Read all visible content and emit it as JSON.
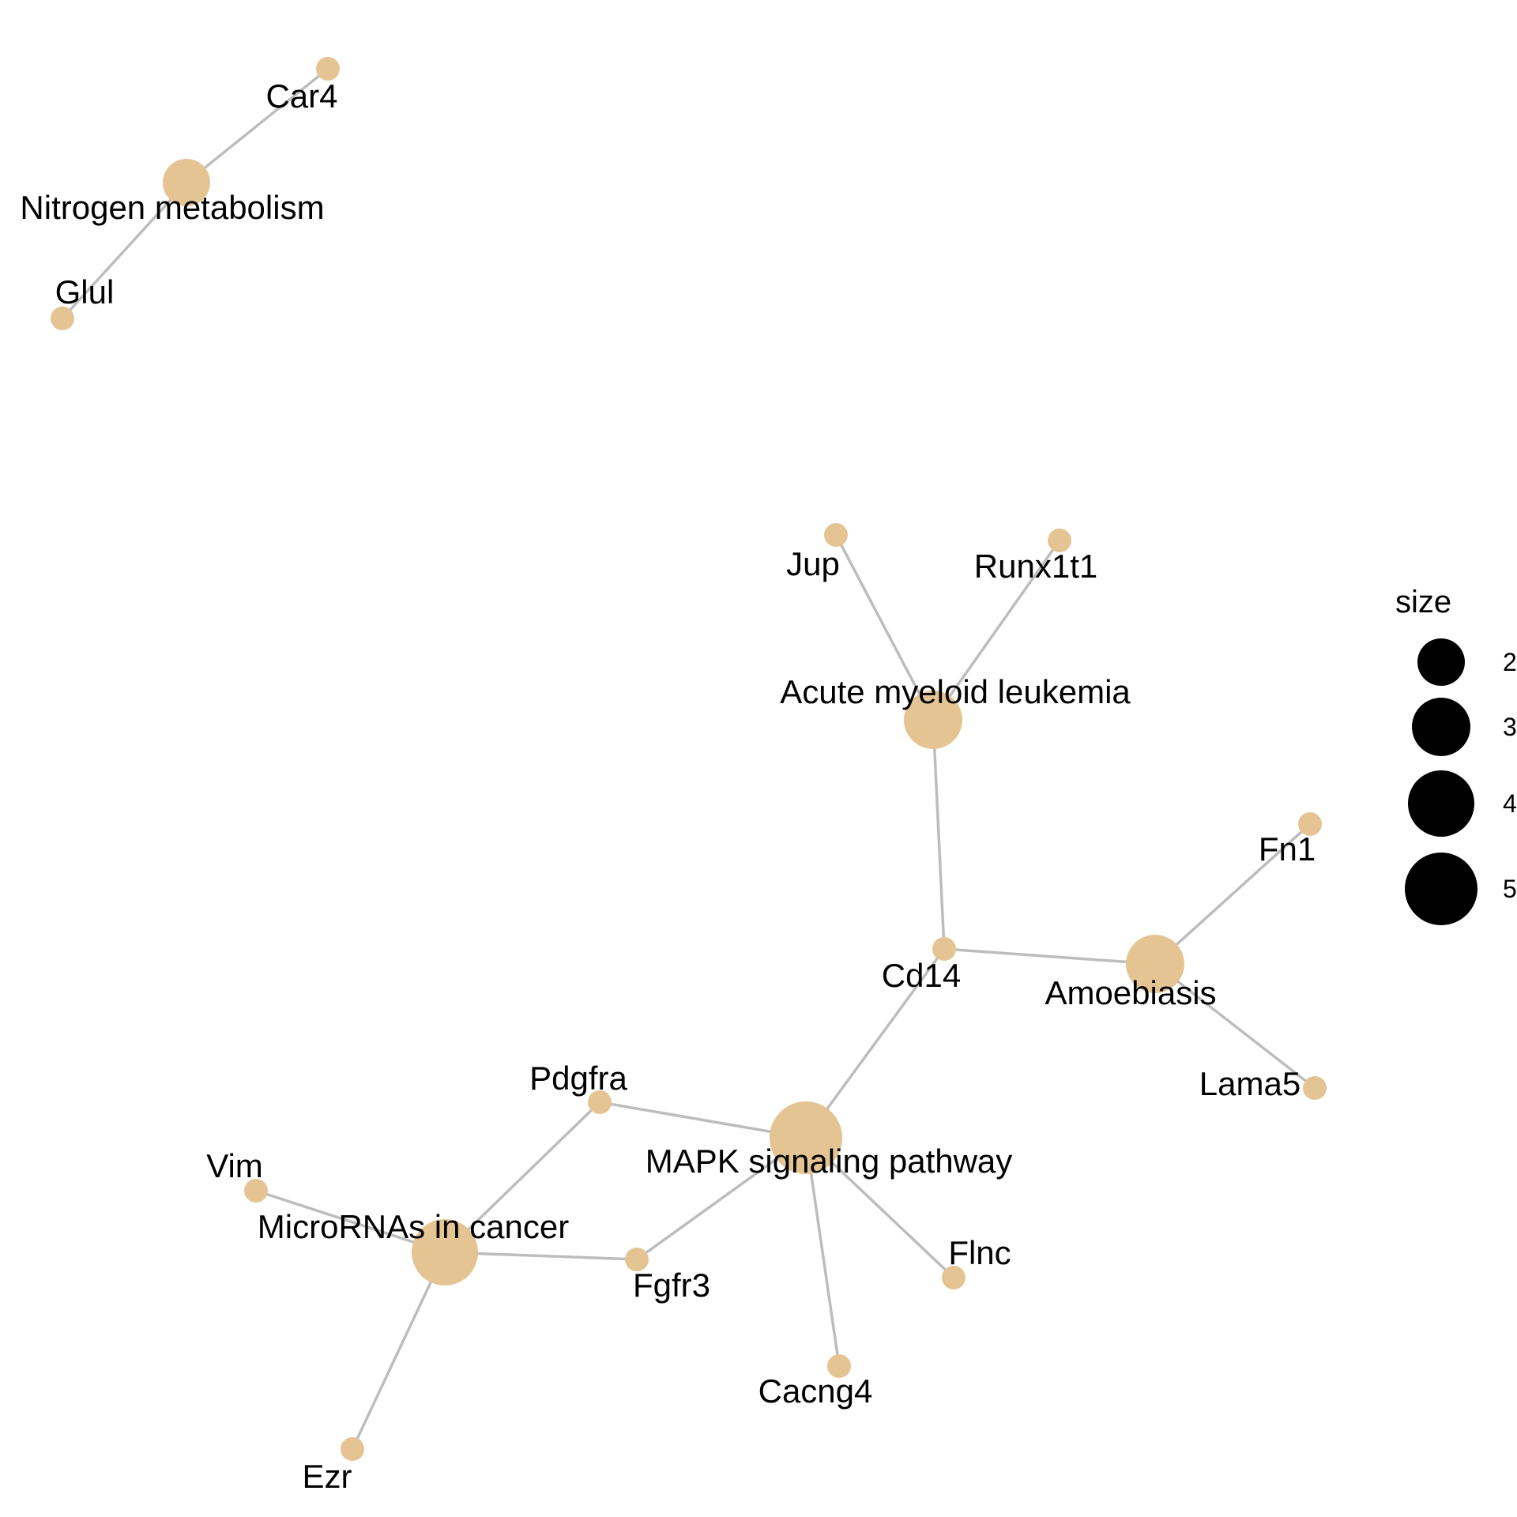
{
  "colors": {
    "node": "#E5C494",
    "edge": "#BDBDBD",
    "text": "#000000",
    "legend_dot": "#000000",
    "background": "#FFFFFF"
  },
  "nodes": [
    {
      "id": "n_nitrogen",
      "label": "Nitrogen metabolism",
      "size": 2
    },
    {
      "id": "n_car4",
      "label": "Car4",
      "size": 1
    },
    {
      "id": "n_glul",
      "label": "Glul",
      "size": 1
    },
    {
      "id": "n_aml",
      "label": "Acute myeloid leukemia",
      "size": 3
    },
    {
      "id": "n_jup",
      "label": "Jup",
      "size": 1
    },
    {
      "id": "n_runx",
      "label": "Runx1t1",
      "size": 1
    },
    {
      "id": "n_cd14",
      "label": "Cd14",
      "size": 1
    },
    {
      "id": "n_amoeb",
      "label": "Amoebiasis",
      "size": 3
    },
    {
      "id": "n_fn1",
      "label": "Fn1",
      "size": 1
    },
    {
      "id": "n_lama5",
      "label": "Lama5",
      "size": 1
    },
    {
      "id": "n_mapk",
      "label": "MAPK signaling pathway",
      "size": 5
    },
    {
      "id": "n_pdgfra",
      "label": "Pdgfra",
      "size": 1
    },
    {
      "id": "n_fgfr3",
      "label": "Fgfr3",
      "size": 1
    },
    {
      "id": "n_flnc",
      "label": "Flnc",
      "size": 1
    },
    {
      "id": "n_cacng4",
      "label": "Cacng4",
      "size": 1
    },
    {
      "id": "n_mirna",
      "label": "MicroRNAs in cancer",
      "size": 4
    },
    {
      "id": "n_vim",
      "label": "Vim",
      "size": 1
    },
    {
      "id": "n_ezr",
      "label": "Ezr",
      "size": 1
    }
  ],
  "edges": [
    [
      "n_nitrogen",
      "n_car4"
    ],
    [
      "n_nitrogen",
      "n_glul"
    ],
    [
      "n_aml",
      "n_jup"
    ],
    [
      "n_aml",
      "n_runx"
    ],
    [
      "n_aml",
      "n_cd14"
    ],
    [
      "n_amoeb",
      "n_cd14"
    ],
    [
      "n_amoeb",
      "n_fn1"
    ],
    [
      "n_amoeb",
      "n_lama5"
    ],
    [
      "n_mapk",
      "n_cd14"
    ],
    [
      "n_mapk",
      "n_pdgfra"
    ],
    [
      "n_mapk",
      "n_fgfr3"
    ],
    [
      "n_mapk",
      "n_flnc"
    ],
    [
      "n_mapk",
      "n_cacng4"
    ],
    [
      "n_mirna",
      "n_pdgfra"
    ],
    [
      "n_mirna",
      "n_fgfr3"
    ],
    [
      "n_mirna",
      "n_vim"
    ],
    [
      "n_mirna",
      "n_ezr"
    ]
  ],
  "legend": {
    "title": "size",
    "items": [
      {
        "value": 2,
        "label": "2"
      },
      {
        "value": 3,
        "label": "3"
      },
      {
        "value": 4,
        "label": "4"
      },
      {
        "value": 5,
        "label": "5"
      }
    ]
  }
}
